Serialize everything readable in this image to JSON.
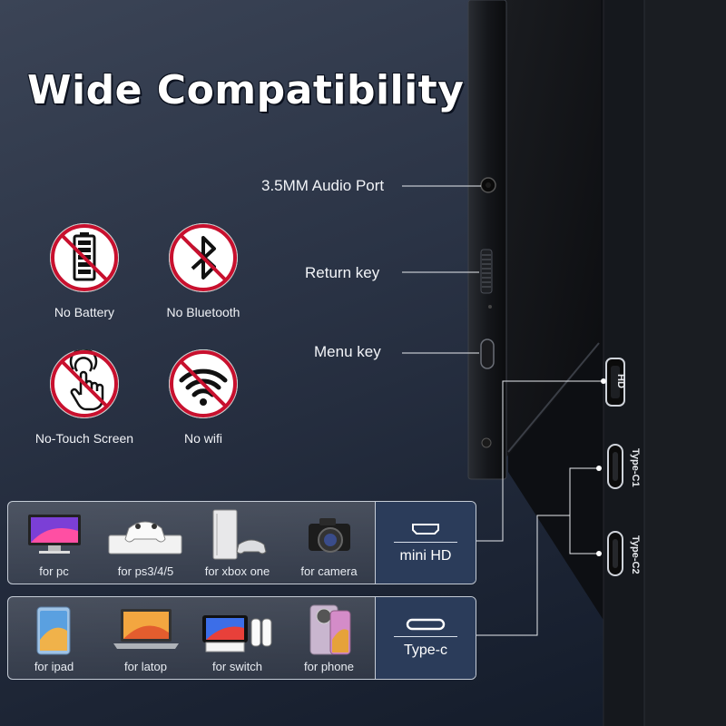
{
  "title": "Wide Compatibility",
  "callouts": {
    "audio": "3.5MM Audio Port",
    "return": "Return key",
    "menu": "Menu key"
  },
  "ports": {
    "hd": "HD",
    "typec1": "Type-C1",
    "typec2": "Type-C2"
  },
  "features": [
    {
      "label": "No Battery",
      "icon": "battery-icon"
    },
    {
      "label": "No Bluetooth",
      "icon": "bluetooth-icon"
    },
    {
      "label": "No-Touch Screen",
      "icon": "touch-icon"
    },
    {
      "label": "No wifi",
      "icon": "wifi-icon"
    }
  ],
  "panel_hd": {
    "port": "mini HD",
    "devices": [
      {
        "label": "for pc",
        "icon": "pc-icon"
      },
      {
        "label": "for ps3/4/5",
        "icon": "console-icon"
      },
      {
        "label": "for xbox one",
        "icon": "xbox-icon"
      },
      {
        "label": "for camera",
        "icon": "camera-icon"
      }
    ]
  },
  "panel_typec": {
    "port": "Type-c",
    "devices": [
      {
        "label": "for ipad",
        "icon": "tablet-icon"
      },
      {
        "label": "for latop",
        "icon": "laptop-icon"
      },
      {
        "label": "for switch",
        "icon": "switch-icon"
      },
      {
        "label": "for phone",
        "icon": "phone-icon"
      }
    ]
  },
  "colors": {
    "prohibit": "#c8102e",
    "port_box": "#2b3c5a"
  }
}
